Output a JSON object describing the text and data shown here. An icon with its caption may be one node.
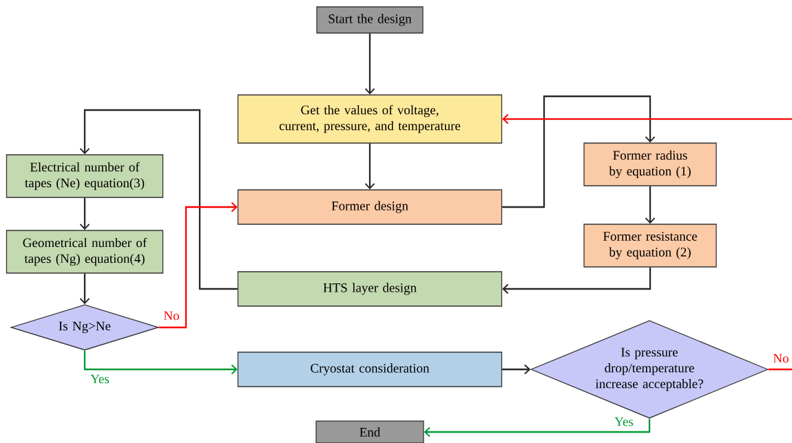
{
  "diagram": {
    "nodes": [
      {
        "text": [
          "Start the design"
        ]
      },
      {
        "text": [
          "Get the values of voltage, current, pressure, and temperature"
        ]
      },
      {
        "text": [
          "Former design"
        ]
      },
      {
        "text": [
          "Former radius by equation (1)"
        ]
      },
      {
        "text": [
          "Former resistance by equation (2)"
        ]
      },
      {
        "text": [
          "Electrical number of tapes (Ne) equation(3)"
        ]
      },
      {
        "text": [
          "Geometrical number of tapes (Ng) equation(4)"
        ]
      },
      {
        "text": [
          "Is Ng>Ne"
        ]
      },
      {
        "text": [
          "HTS layer design"
        ]
      },
      {
        "text": [
          "Cryostat consideration"
        ]
      },
      {
        "text": [
          "Is pressure drop/temperature increase acceptable?"
        ]
      },
      {
        "text": [
          "End"
        ]
      }
    ],
    "edges": [
      {
        "from": 0,
        "to": 1,
        "arrow": "to"
      },
      {
        "from": 1,
        "to": 2,
        "arrow": "to"
      },
      {
        "from": 2,
        "to": 3,
        "arrow": "to"
      },
      {
        "from": 3,
        "to": 4,
        "arrow": "to"
      },
      {
        "from": 4,
        "to": 8,
        "arrow": "to"
      },
      {
        "from": 8,
        "to": 5,
        "arrow": "to"
      },
      {
        "from": 5,
        "to": 6,
        "arrow": "to"
      },
      {
        "from": 6,
        "to": 7,
        "arrow": "to"
      },
      {
        "from": 7,
        "to": 2,
        "arrow": "to",
        "label": "No",
        "color": "#ff0000"
      },
      {
        "from": 7,
        "to": 9,
        "arrow": "to",
        "label": "Yes",
        "color": "#009933"
      },
      {
        "from": 9,
        "to": 10,
        "arrow": "to"
      },
      {
        "from": 10,
        "to": 11,
        "arrow": "to",
        "label": "Yes",
        "color": "#009933"
      },
      {
        "from": 10,
        "to": null,
        "arrow": "none",
        "label": "No",
        "color": "#ff0000"
      },
      {
        "from": null,
        "to": 1,
        "arrow": "to",
        "color": "#ff0000"
      }
    ]
  }
}
